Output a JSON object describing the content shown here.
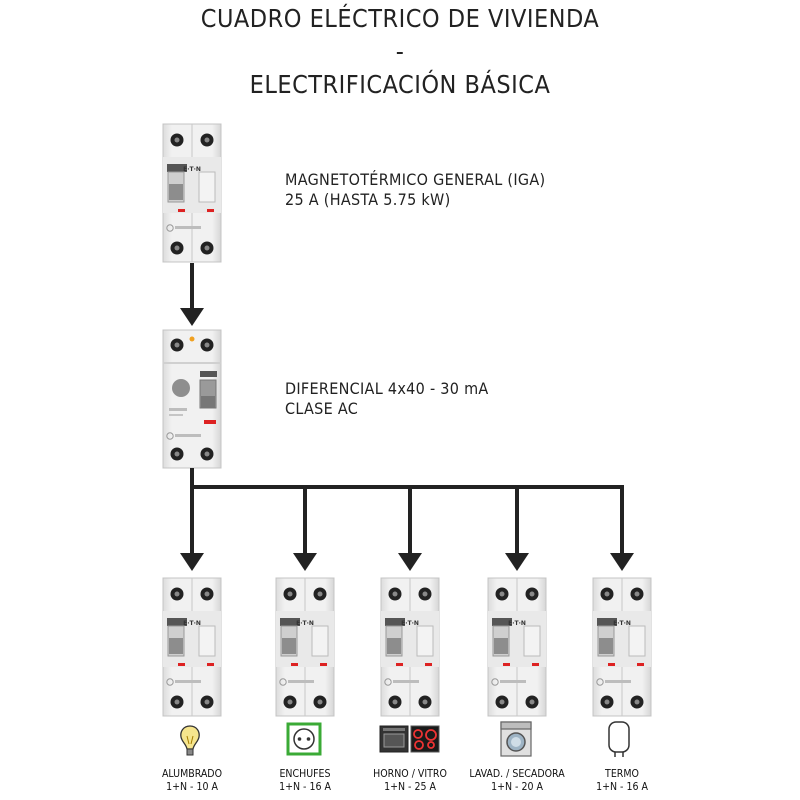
{
  "title": {
    "line1": "CUADRO ELÉCTRICO DE VIVIENDA",
    "line2": "-",
    "line3": "ELECTRIFICACIÓN BÁSICA"
  },
  "brand": "E·T·N",
  "general_breaker": {
    "line1": "MAGNETOTÉRMICO GENERAL (IGA)",
    "line2": "25 A (HASTA 5.75 kW)"
  },
  "differential": {
    "line1": "DIFERENCIAL 4x40 - 30 mA",
    "line2": "CLASE AC"
  },
  "circuits": [
    {
      "name": "ALUMBRADO",
      "rating": "1+N - 10 A",
      "icon": "light-bulb-icon"
    },
    {
      "name": "ENCHUFES",
      "rating": "1+N - 16 A",
      "icon": "socket-icon"
    },
    {
      "name": "HORNO / VITRO",
      "rating": "1+N - 25 A",
      "icon": "oven-cooktop-icon"
    },
    {
      "name": "LAVAD. / SECADORA",
      "rating": "1+N - 20 A",
      "icon": "washing-machine-icon"
    },
    {
      "name": "TERMO",
      "rating": "1+N - 16 A",
      "icon": "water-heater-icon"
    }
  ]
}
